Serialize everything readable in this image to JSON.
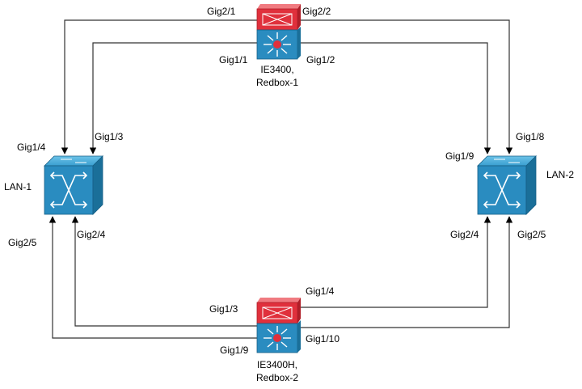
{
  "nodes": {
    "redbox1": {
      "caption_line1": "IE3400,",
      "caption_line2": "Redbox-1",
      "icon": "multilayer-switch-firewall-icon"
    },
    "redbox2": {
      "caption_line1": "IE3400H,",
      "caption_line2": "Redbox-2",
      "icon": "multilayer-switch-firewall-icon"
    },
    "lan1": {
      "label": "LAN-1",
      "icon": "workgroup-switch-icon"
    },
    "lan2": {
      "label": "LAN-2",
      "icon": "workgroup-switch-icon"
    }
  },
  "ports": {
    "r1_gig2_1": "Gig2/1",
    "r1_gig2_2": "Gig2/2",
    "r1_gig1_1": "Gig1/1",
    "r1_gig1_2": "Gig1/2",
    "lan1_gig1_4": "Gig1/4",
    "lan1_gig1_3": "Gig1/3",
    "lan1_gig2_5": "Gig2/5",
    "lan1_gig2_4": "Gig2/4",
    "lan2_gig1_9": "Gig1/9",
    "lan2_gig1_8": "Gig1/8",
    "lan2_gig2_4": "Gig2/4",
    "lan2_gig2_5": "Gig2/5",
    "r2_gig1_4": "Gig1/4",
    "r2_gig1_3": "Gig1/3",
    "r2_gig1_10": "Gig1/10",
    "r2_gig1_9": "Gig1/9"
  },
  "colors": {
    "firewall_red": "#e0303c",
    "switch_blue": "#2a8cc0",
    "switch_dark": "#1a6f99",
    "wire": "#333333"
  }
}
